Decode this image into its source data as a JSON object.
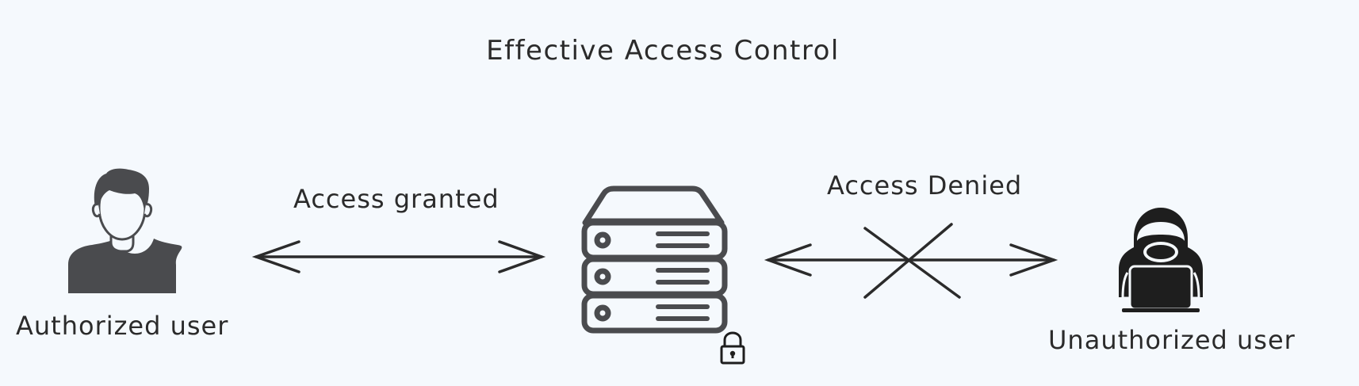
{
  "diagram": {
    "title": "Effective Access Control",
    "edges": {
      "granted_label": "Access granted",
      "denied_label": "Access Denied"
    },
    "nodes": {
      "authorized_label": "Authorized user",
      "unauthorized_label": "Unauthorized user"
    },
    "icons": {
      "authorized": "user-icon",
      "server": "server-icon",
      "lock": "lock-icon",
      "unauthorized": "hacker-icon",
      "denied_mark": "cross-icon"
    },
    "colors": {
      "background": "#f5f9fd",
      "ink": "#2b2b2b",
      "icon_gray": "#4a4b4e",
      "icon_dark": "#1e1e1e"
    }
  }
}
